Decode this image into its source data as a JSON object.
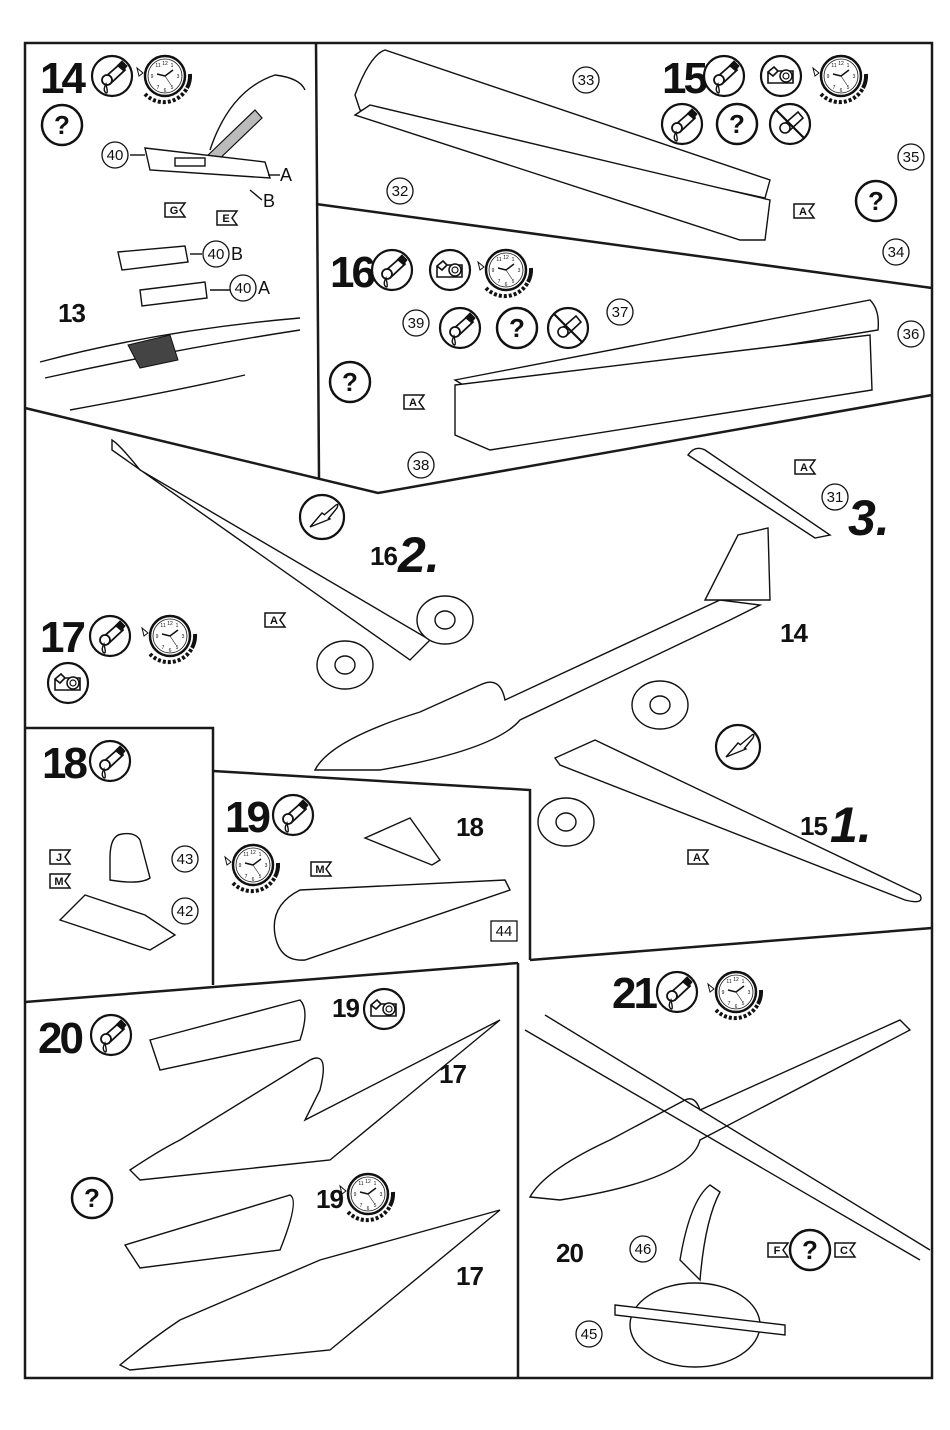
{
  "document": {
    "type": "model kit assembly instructions",
    "subject": "glider"
  },
  "steps": [
    {
      "number": "14",
      "icons": [
        "glue-icon",
        "clock-icon",
        "question-icon"
      ],
      "parts": [
        {
          "label": "40"
        },
        {
          "label": "40",
          "suffix": "B"
        },
        {
          "label": "40",
          "suffix": "A"
        }
      ],
      "letters": [
        "A",
        "B"
      ],
      "color_flags": [
        "G",
        "E"
      ],
      "sub_assembly": "13"
    },
    {
      "number": "15",
      "icons": [
        "glue-icon",
        "tape-icon",
        "clock-icon"
      ],
      "option_row": [
        "glue-icon",
        "question-icon",
        "no-glue-icon"
      ],
      "parts": [
        {
          "label": "33"
        },
        {
          "label": "32"
        },
        {
          "label": "35"
        },
        {
          "label": "34"
        }
      ],
      "color_flags": [
        "A"
      ]
    },
    {
      "number": "16",
      "icons": [
        "glue-icon",
        "tape-icon",
        "clock-icon"
      ],
      "option_row": [
        "glue-icon",
        "question-icon",
        "no-glue-icon"
      ],
      "parts": [
        {
          "label": "39"
        },
        {
          "label": "37"
        },
        {
          "label": "36"
        },
        {
          "label": "38"
        }
      ],
      "color_flags": [
        "A"
      ]
    },
    {
      "number": "17",
      "icons": [
        "glue-icon",
        "clock-icon",
        "tape-icon"
      ],
      "sub_assemblies": [
        "16",
        "14",
        "15"
      ],
      "sequence": [
        "1.",
        "2.",
        "3."
      ],
      "parts": [
        {
          "label": "31"
        }
      ],
      "color_flags": [
        "A",
        "A",
        "A"
      ]
    },
    {
      "number": "18",
      "icons": [
        "glue-icon"
      ],
      "parts": [
        {
          "label": "43"
        },
        {
          "label": "42"
        }
      ],
      "color_flags": [
        "J",
        "M"
      ]
    },
    {
      "number": "19",
      "icons": [
        "glue-icon",
        "clock-icon"
      ],
      "sub_assembly": "18",
      "color_flags": [
        "M"
      ],
      "boxed_part": "44"
    },
    {
      "number": "20",
      "icons": [
        "glue-icon",
        "question-icon"
      ],
      "variants": [
        {
          "sub_assembly": "19",
          "icon": "tape-icon",
          "target": "17"
        },
        {
          "sub_assembly": "19",
          "icon": "clock-icon",
          "target": "17"
        }
      ]
    },
    {
      "number": "21",
      "icons": [
        "glue-icon",
        "clock-icon"
      ],
      "sub_assembly": "20",
      "parts": [
        {
          "label": "46"
        },
        {
          "label": "45"
        }
      ],
      "color_flags": [
        "F",
        "C"
      ],
      "question": "?"
    }
  ],
  "labels": {
    "q": "?",
    "A": "A",
    "B": "B",
    "E": "E",
    "G": "G",
    "J": "J",
    "M": "M",
    "F": "F",
    "C": "C",
    "p13": "13",
    "p14": "14",
    "p15": "15",
    "p16": "16",
    "p17": "17",
    "p18": "18",
    "p19": "19",
    "p20": "20",
    "p31": "31",
    "p32": "32",
    "p33": "33",
    "p34": "34",
    "p35": "35",
    "p36": "36",
    "p37": "37",
    "p38": "38",
    "p39": "39",
    "p40": "40",
    "p42": "42",
    "p43": "43",
    "p44": "44",
    "p45": "45",
    "p46": "46",
    "seq1": "1.",
    "seq2": "2.",
    "seq3": "3."
  }
}
